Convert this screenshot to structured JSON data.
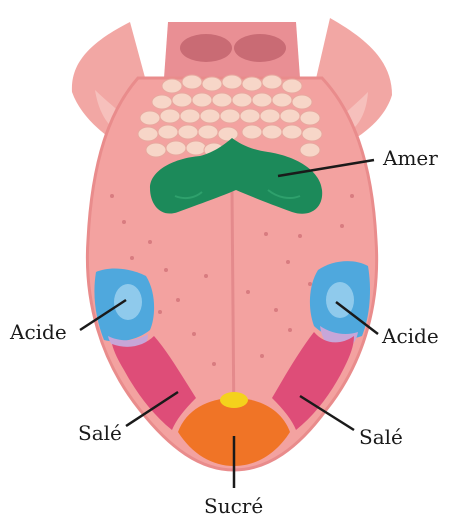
{
  "labels": {
    "amer": "Amer",
    "acide_left": "Acide",
    "acide_right": "Acide",
    "sale_left": "Salé",
    "sale_right": "Salé",
    "sucre": "Sucré"
  },
  "colors": {
    "tongue": "#f3a2a0",
    "tongue_edge": "#e98c8c",
    "throat": "#e98f94",
    "tonsil": "#f6c0bc",
    "papillae": "#f7d6c8",
    "amer_zone": "#1c8a5a",
    "acide_zone": "#4fa8dd",
    "sale_zone": "#de4d78",
    "sucre_zone": "#f07426",
    "sucre_tip": "#f4d21c",
    "leader_line": "#1a1a1a"
  }
}
